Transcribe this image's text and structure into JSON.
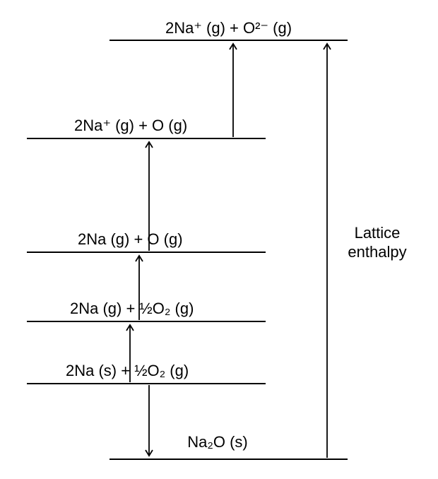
{
  "diagram": {
    "type": "born-haber-energy-level-diagram",
    "background": "#ffffff",
    "line_color": "#000000",
    "levels": [
      {
        "id": "ions-gaseous",
        "label": "2Na⁺ (g) + O²⁻ (g)"
      },
      {
        "id": "cation-plus-atom",
        "label": "2Na⁺ (g) + O (g)"
      },
      {
        "id": "atoms-gaseous",
        "label": "2Na (g) + O (g)"
      },
      {
        "id": "na-gas-o2",
        "label": "2Na (g) + ½O₂ (g)"
      },
      {
        "id": "elements-standard",
        "label": "2Na (s) + ½O₂ (g)"
      },
      {
        "id": "lattice-solid",
        "label": "Na₂O (s)"
      }
    ],
    "lattice": {
      "line1": "Lattice",
      "line2": "enthalpy"
    }
  }
}
